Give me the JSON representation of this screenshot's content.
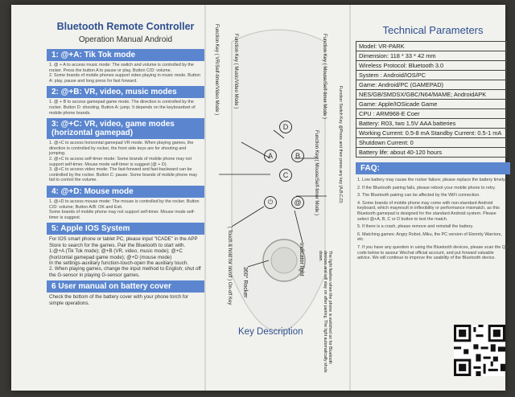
{
  "left": {
    "title": "Bluetooth Remote Controller",
    "subtitle": "Operation Manual Android",
    "sections": [
      {
        "header": "1: @+A: Tik Tok mode",
        "text": "1. @ + A to access music mode: The switch and volume is controlled by the rocker. Press the button A to pause or play, Button C/D: volume.\n2. Some brands of mobile phones support video playing in music mode. Button A: play, pause and long press for fast forward."
      },
      {
        "header": "2: @+B: VR, video, music modes",
        "text": "1. @ + B to access gamepad game mode. The direction is controlled by the rocker. Button D: shooting. Button A: jump. It depends on the keyboardset of mobile phone brands."
      },
      {
        "header": "3: @+C: VR, video, game modes (horizontal gamepad)",
        "text": "1. @+C to access horizontal gamepad VR mode. When playing games, the direction is controlled by rocker, the front side keys are for shooting and jumping.\n2. @+C to access self-timer mode: Some brands of mobile phone may not support self-timer. Mouse mode self-timer is suggest (@ + D).\n3. @+C to access video mode: The fast-forward and fast-backward can be controlled by the rocker. Button C: pause. Some brands of mobile phone may fail to control the volume."
      },
      {
        "header": "4: @+D: Mouse mode",
        "text": "1. @+D to access mouse mode: The mouse is controlled by the rocker. Button C/D: volume; Button A/B: OK and Exit.\nSome brands of mobile phone may not support self-timer. Mouse mode self-timer is suggest."
      },
      {
        "header": "5: Apple IOS System",
        "text": "For IOS smart phone or tablet PC, please input \"ICADE\" in the APP Store to search for the games. Pair the Bluetooth to start with.\n1:@+A (Tik Tok mode); @+B (VR, video, music mode); @+C (horizontal gamepad game mode); @+D (mouse mode)\nIn the settings-auxiliary function-touch-open the auxiliary touch.\n2. When playing games, change the input method to English; shut off the G-sensor in playing G-sensor games."
      },
      {
        "header": "6 User manual on battery cover",
        "text": "Check the bottom of the battery cover with your phone torch for simple operations."
      }
    ]
  },
  "middle": {
    "labels": [
      "Function Key ( VR/Self-timer/Video Mode )",
      "Function Key ( Music/Video Mode )",
      "Function Key ( Mouse/Self-timer Mode )",
      "Function Key ( Mouse/Self-timer Mode )",
      "Function Switch Key @Press and then press any key (A,B,C,D)",
      "( Touch & hold for on/off ) On-off Key",
      "360° Rocker",
      "Indicator light",
      "The light flashes when the phone is switched on for Bluetooth devices and will stay on after pairing. The light automatically shuts down."
    ],
    "buttons": [
      "A",
      "B",
      "C",
      "D"
    ],
    "key_description": "Key Description"
  },
  "right": {
    "title": "Technical Parameters",
    "params": [
      "Model: VR-PARK",
      "Dimension: 118 * 33 * 42 mm",
      "Wireless Protocol: Bluetooth 3.0",
      "System : Android/IOS/PC",
      "Game: Android/PC (GAMEPAD)",
      "NES/GB/SMDSX/GBC/N64/MAME; AndroidAPK",
      "Game: Apple/IOSicade Game",
      "CPU : ARM968-E Coer",
      "Battery: R03, two 1.5V AAA batteries",
      "Working Current: 0.5-8 mA  Standby Current: 0.5-1 mA",
      "Shutdown Current: 0",
      "Battery life: about 40-120 hours"
    ],
    "faq_header": "FAQ:",
    "faq": [
      "1. Low battery may cause the rocker failure; please replace the battery timely.",
      "2. If the Bluetooth pairing fails, please reboot your mobile phone to retry.",
      "3. The Bluetooth pairing can be affected by the WiFi connection.",
      "4. Some brands of mobile phone may come with non-standard Android keyboard, which mayresult in inflexibility or performance mismatch, as this Bluetooth gamepad is designed for the standard Android system. Please select @+A, B, C or D button to test the match.",
      "5. If there is a crash, please remove and reinstall the battery.",
      "6. Matching games: Angry Robot, Miku, the PC version of Eternity Warriors, etc.",
      "7. If you have any question in using the Bluetooth devices, please scan the QR code below to assour Wechat official account, and put forward valuable advice. We will continue to improve the usability of the Bluetooth device."
    ]
  },
  "colors": {
    "accent": "#5b86cf",
    "title": "#2f4f8e",
    "paper": "#f1f1ee"
  }
}
